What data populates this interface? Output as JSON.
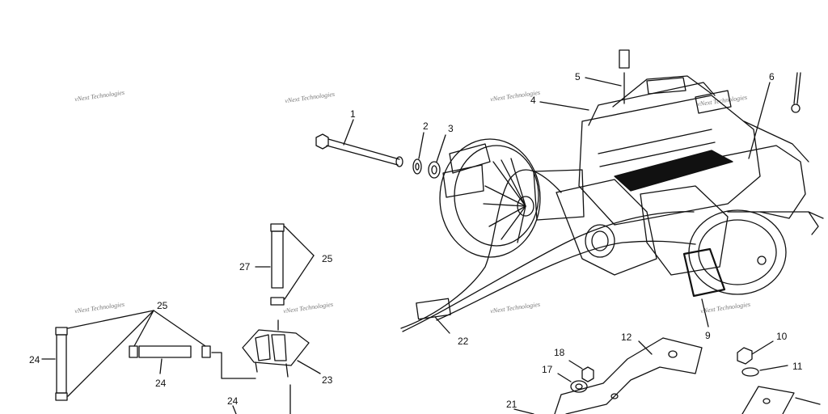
{
  "watermark": "vNext Technologies",
  "callouts": [
    "1",
    "2",
    "3",
    "4",
    "5",
    "6",
    "9",
    "10",
    "11",
    "12",
    "17",
    "18",
    "21",
    "22",
    "23",
    "24",
    "24",
    "24",
    "25",
    "25",
    "27"
  ]
}
